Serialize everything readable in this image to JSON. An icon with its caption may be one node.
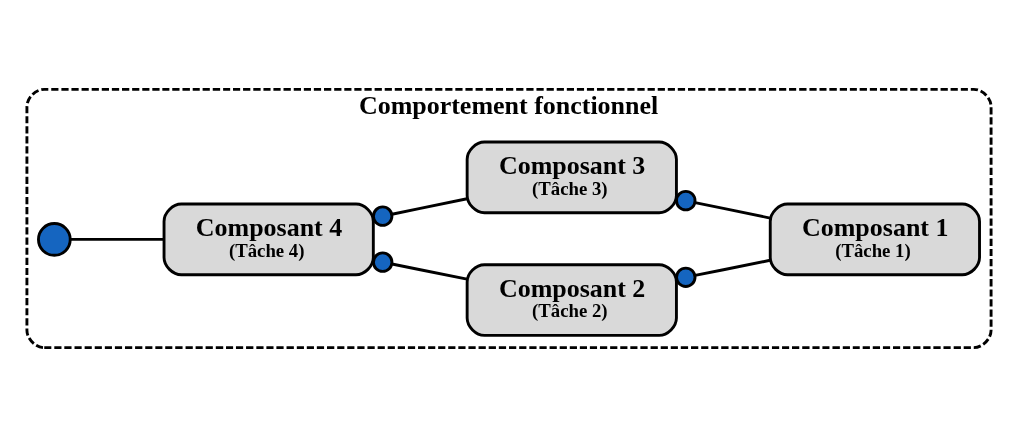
{
  "diagram": {
    "nodes": [
      {
        "text": [
          "Comportement fonctionnel"
        ]
      },
      {
        "text": [
          "Composant 2",
          "(Tâche 2)"
        ],
        "in": 0
      },
      {
        "text": [
          "Composant 1",
          "(Tâche 1)"
        ],
        "in": 0
      },
      {
        "text": [
          "Composant 4",
          "(Tâche 4)"
        ],
        "in": 0
      },
      {
        "text": [
          "Composant 3",
          "(Tâche 3)"
        ],
        "in": 0
      },
      {
        "text": [],
        "shape": "circle",
        "in": 0
      }
    ],
    "edges": [
      {
        "from": 2,
        "to": 1,
        "arrow": "other"
      },
      {
        "from": 2,
        "to": 4,
        "arrow": "other"
      },
      {
        "from": 1,
        "to": 3,
        "arrow": "other"
      },
      {
        "from": 4,
        "to": 3,
        "arrow": "other"
      },
      {
        "from": 3,
        "to": 5,
        "arrow": "none"
      }
    ]
  }
}
